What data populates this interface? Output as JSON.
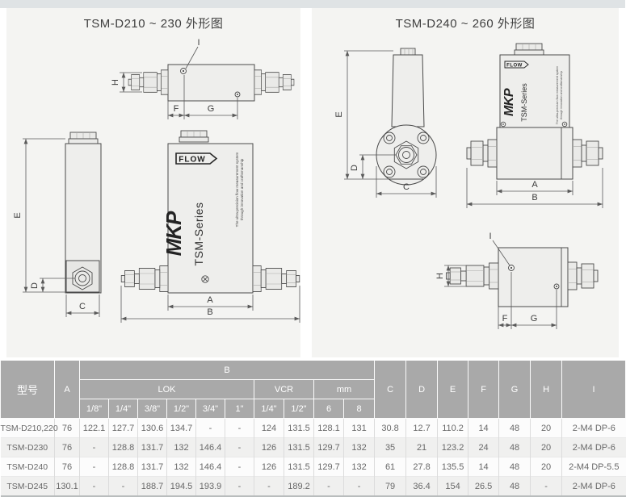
{
  "panels": [
    {
      "title": "TSM-D210 ~ 230 外形图",
      "device": {
        "flow_label": "FLOW",
        "logo": "MKP",
        "series_label": "TSM-Series",
        "tagline_line1": "The ultra-precision flow measurement system",
        "tagline_line2": "through innovation and craftsmanship"
      },
      "dims": {
        "A": "A",
        "B": "B",
        "C": "C",
        "D": "D",
        "E": "E",
        "F": "F",
        "G": "G",
        "H": "H",
        "I": "I"
      }
    },
    {
      "title": "TSM-D240 ~ 260 外形图",
      "device": {
        "flow_label": "FLOW",
        "logo": "MKP",
        "series_label": "TSM-Series",
        "tagline_line1": "The ultra-precision flow measurement system",
        "tagline_line2": "through innovation and craftsmanship"
      },
      "dims": {
        "A": "A",
        "B": "B",
        "C": "C",
        "D": "D",
        "E": "E",
        "F": "F",
        "G": "G",
        "H": "H",
        "I": "I"
      }
    }
  ],
  "table": {
    "headers": {
      "model": "型号",
      "a": "A",
      "b_group": "B",
      "lok_group": "LOK",
      "vcr_group": "VCR",
      "mm_group": "mm",
      "lok_sizes": [
        "1/8\"",
        "1/4\"",
        "3/8\"",
        "1/2\"",
        "3/4\"",
        "1\""
      ],
      "vcr_sizes": [
        "1/4\"",
        "1/2\""
      ],
      "mm_sizes": [
        "6",
        "8"
      ],
      "tail": [
        "C",
        "D",
        "E",
        "F",
        "G",
        "H",
        "I"
      ]
    },
    "rows": [
      {
        "model": "TSM-D210,220",
        "values": [
          "76",
          "122.1",
          "127.7",
          "130.6",
          "134.7",
          "-",
          "-",
          "124",
          "131.5",
          "128.1",
          "131",
          "30.8",
          "12.7",
          "110.2",
          "14",
          "48",
          "20",
          "2-M4 DP-6"
        ]
      },
      {
        "model": "TSM-D230",
        "values": [
          "76",
          "-",
          "128.8",
          "131.7",
          "132",
          "146.4",
          "-",
          "126",
          "131.5",
          "129.7",
          "132",
          "35",
          "21",
          "123.2",
          "24",
          "48",
          "20",
          "2-M4 DP-6"
        ]
      },
      {
        "model": "TSM-D240",
        "values": [
          "76",
          "-",
          "128.8",
          "131.7",
          "132",
          "146.4",
          "-",
          "126",
          "131.5",
          "129.7",
          "132",
          "61",
          "27.8",
          "135.5",
          "14",
          "48",
          "20",
          "2-M4 DP-5.5"
        ]
      },
      {
        "model": "TSM-D245",
        "values": [
          "130.1",
          "-",
          "-",
          "188.7",
          "194.5",
          "193.9",
          "-",
          "-",
          "189.2",
          "-",
          "-",
          "79",
          "36.4",
          "154",
          "26.5",
          "48",
          "-",
          "2-M4 DP-6"
        ]
      }
    ],
    "colors": {
      "header_bg": "#a9a9a9",
      "header_text": "#ffffff",
      "row_bg": "#fcfcfc",
      "row_alt_bg": "#f0f0ef",
      "cell_text": "#686868"
    }
  }
}
